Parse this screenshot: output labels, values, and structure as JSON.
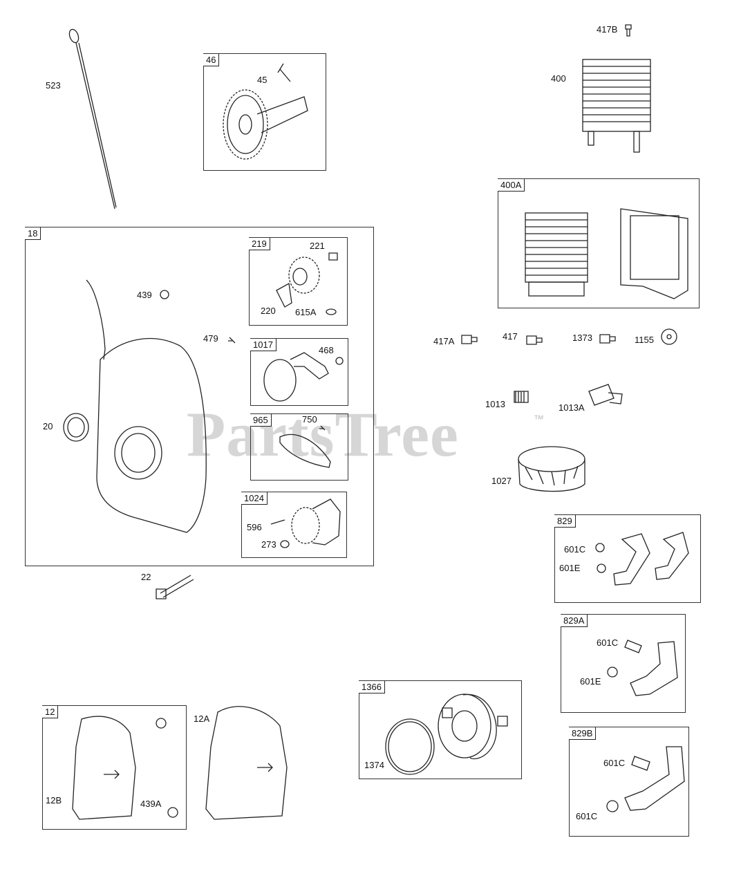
{
  "watermark": {
    "text": "PartsTree",
    "tm": "™"
  },
  "frames": [
    {
      "id": "46",
      "tag": "46"
    },
    {
      "id": "18",
      "tag": "18"
    },
    {
      "id": "219",
      "tag": "219"
    },
    {
      "id": "1017",
      "tag": "1017"
    },
    {
      "id": "965",
      "tag": "965"
    },
    {
      "id": "1024",
      "tag": "1024"
    },
    {
      "id": "400A",
      "tag": "400A"
    },
    {
      "id": "829",
      "tag": "829"
    },
    {
      "id": "829A",
      "tag": "829A"
    },
    {
      "id": "829B",
      "tag": "829B"
    },
    {
      "id": "1366",
      "tag": "1366"
    },
    {
      "id": "12",
      "tag": "12"
    }
  ],
  "callouts": {
    "c523": "523",
    "c45": "45",
    "c417B": "417B",
    "c400": "400",
    "c439": "439",
    "c221": "221",
    "c220": "220",
    "c615A": "615A",
    "c479": "479",
    "c468": "468",
    "c20": "20",
    "c750": "750",
    "c596": "596",
    "c273": "273",
    "c22": "22",
    "c417A": "417A",
    "c417": "417",
    "c1373": "1373",
    "c1155": "1155",
    "c1013": "1013",
    "c1013A": "1013A",
    "c1027": "1027",
    "c601C_1": "601C",
    "c601E_1": "601E",
    "c601C_2": "601C",
    "c601E_2": "601E",
    "c601C_3": "601C",
    "c601C_4": "601C",
    "c1374": "1374",
    "c12A": "12A",
    "c12B": "12B",
    "c439A": "439A"
  }
}
